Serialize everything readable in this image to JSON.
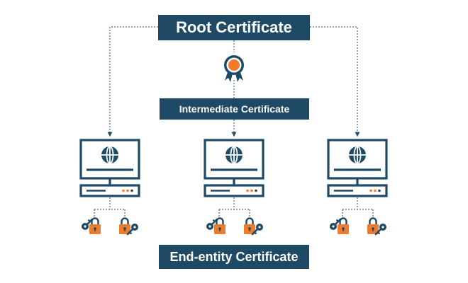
{
  "labels": {
    "root": "Root Certificate",
    "intermediate": "Intermediate Certificate",
    "end_entity": "End-entity Certificate"
  },
  "colors": {
    "navy": "#1e4a66",
    "orange": "#f07b2c",
    "line": "#2b4d63",
    "background": "#ffffff"
  },
  "icons": {
    "root": "ribbon-badge-icon",
    "server": "server-with-globe-icon",
    "lock": "padlock-icon",
    "key": "key-icon"
  }
}
